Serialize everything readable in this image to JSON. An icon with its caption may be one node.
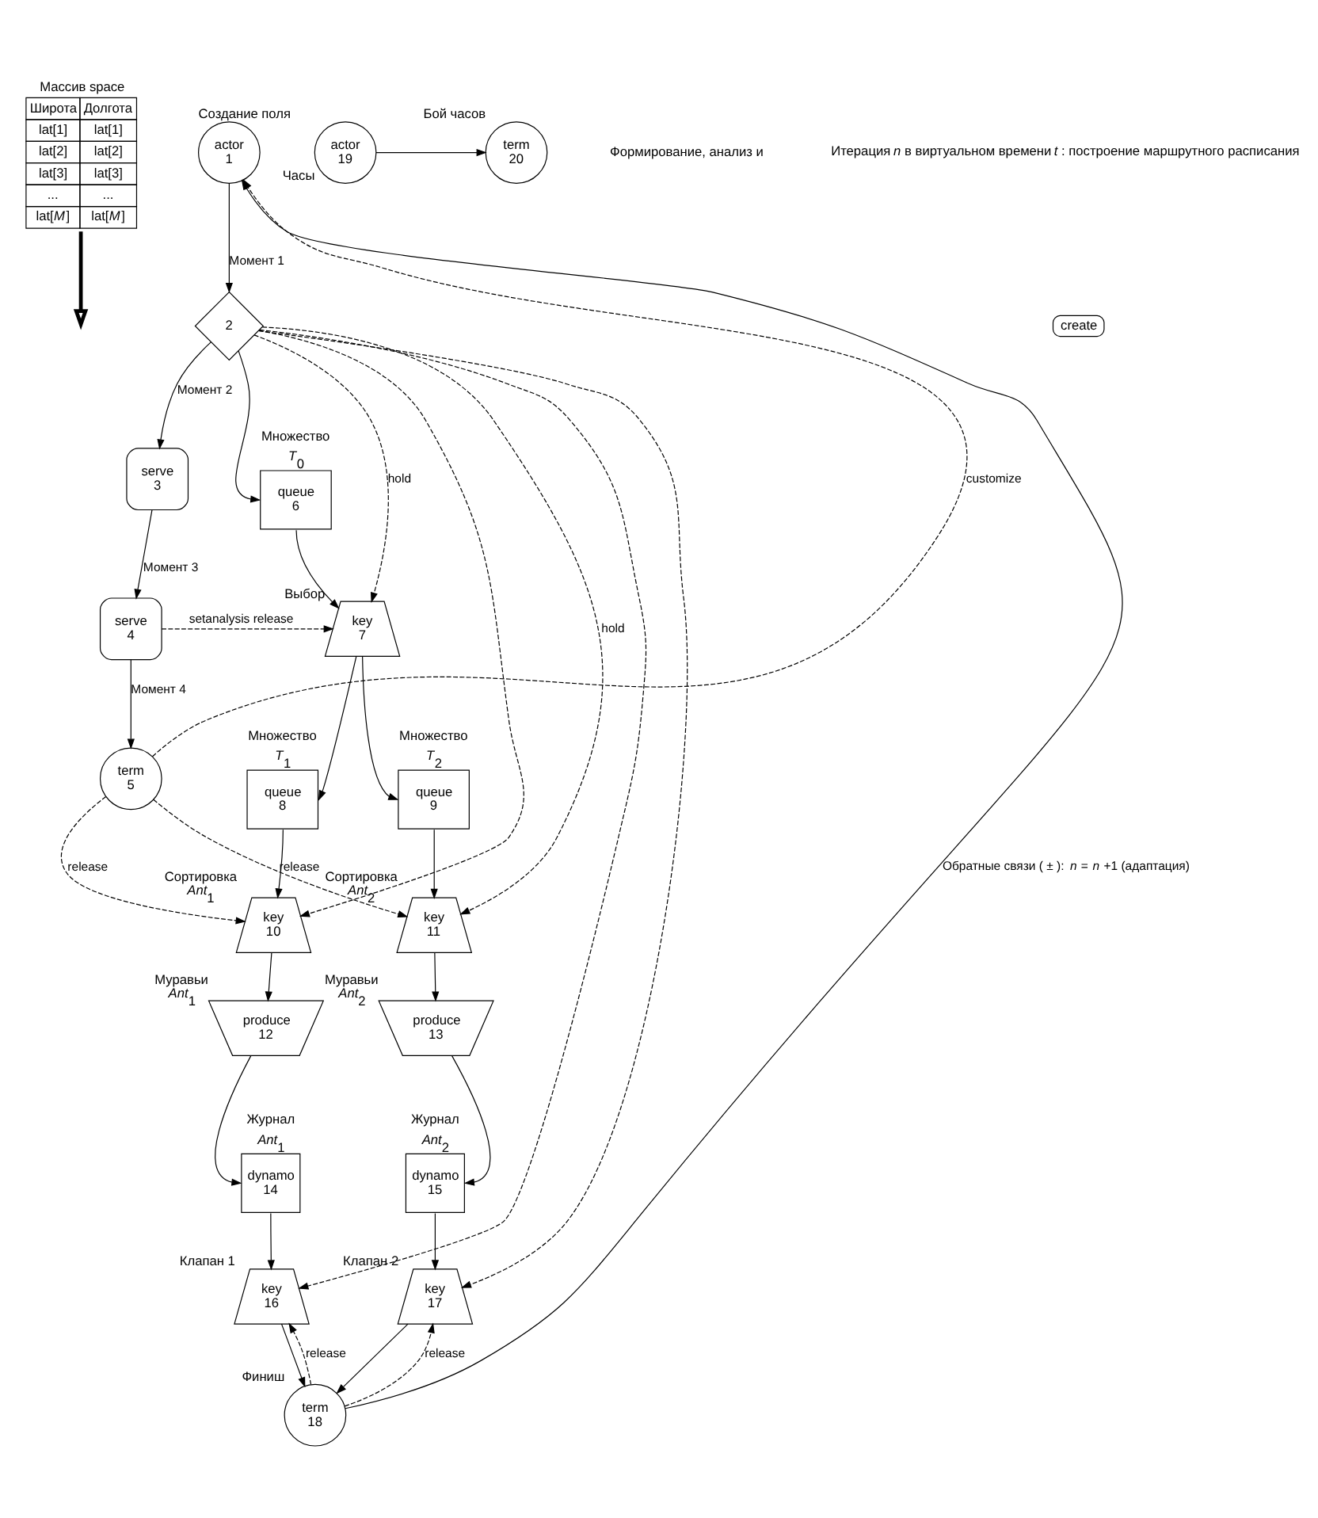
{
  "diagram": {
    "nodes": [
      {
        "text": [
          "Массив space",
          "Широта",
          "Долгота",
          "lat[1]",
          "lat[1]",
          "lat[2]",
          "lat[2]",
          "lat[3]",
          "lat[3]",
          "...",
          "...",
          "lat[*M*]",
          "lat[*M*]"
        ]
      },
      {
        "text": [
          "actor",
          "1"
        ],
        "beside": [
          "Создание поля"
        ]
      },
      {
        "text": [
          "2"
        ]
      },
      {
        "text": [
          "create"
        ]
      },
      {
        "text": [
          "serve",
          "3"
        ]
      },
      {
        "text": [
          "serve",
          "4"
        ]
      },
      {
        "text": [
          "term",
          "5"
        ]
      },
      {
        "text": [
          "queue",
          "6"
        ],
        "beside": [
          "Множество",
          "*T*$_{0}$"
        ]
      },
      {
        "text": [
          "key",
          "7"
        ],
        "beside": [
          "Выбор"
        ]
      },
      {
        "text": [
          "queue",
          "8"
        ],
        "beside": [
          "Множество",
          "*T*$_{1}$"
        ]
      },
      {
        "text": [
          "queue",
          "9"
        ],
        "beside": [
          "Множество",
          "*T*$_{2}$"
        ]
      },
      {
        "text": [
          "key",
          "10"
        ],
        "beside": [
          "Сортировка",
          "*Ant*$_{1}$"
        ]
      },
      {
        "text": [
          "key",
          "11"
        ],
        "beside": [
          "Сортировка",
          "*Ant*$_{2}$"
        ]
      },
      {
        "text": [
          "produce",
          "12"
        ],
        "beside": [
          "Муравьи",
          "*Ant*$_{1}$"
        ]
      },
      {
        "text": [
          "produce",
          "13"
        ],
        "beside": [
          "Муравьи",
          "*Ant*$_{2}$"
        ]
      },
      {
        "text": [
          "dynamo",
          "14"
        ],
        "beside": [
          "Журнал",
          "*Ant*$_{1}$"
        ]
      },
      {
        "text": [
          "dynamo",
          "15"
        ],
        "beside": [
          "Журнал",
          "*Ant*$_{2}$"
        ]
      },
      {
        "text": [
          "key",
          "16"
        ],
        "beside": [
          "Клапан 1"
        ]
      },
      {
        "text": [
          "key",
          "17"
        ],
        "beside": [
          "Клапан 2"
        ]
      },
      {
        "text": [
          "term",
          "18"
        ],
        "beside": [
          "Финиш"
        ]
      },
      {
        "text": [
          "actor",
          "19"
        ],
        "beside": [
          "Часы"
        ]
      },
      {
        "text": [
          "term",
          "20"
        ],
        "beside": [
          "Бой часов"
        ]
      }
    ],
    "edges": [
      {
        "from": 0,
        "to": null,
        "arrow": "to",
        "style": "thick"
      },
      {
        "from": 1,
        "to": 2,
        "arrow": "to",
        "label": "Момент 1"
      },
      {
        "from": 2,
        "to": 4,
        "arrow": "to",
        "label": "Момент 2"
      },
      {
        "from": 4,
        "to": 5,
        "arrow": "to",
        "label": "Момент 3"
      },
      {
        "from": 5,
        "to": 6,
        "arrow": "to",
        "label": "Момент 4"
      },
      {
        "from": 2,
        "to": 7,
        "arrow": "to"
      },
      {
        "from": 7,
        "to": 8,
        "arrow": "to"
      },
      {
        "from": 8,
        "to": 9,
        "arrow": "to"
      },
      {
        "from": 8,
        "to": 10,
        "arrow": "to"
      },
      {
        "from": 9,
        "to": 11,
        "arrow": "to"
      },
      {
        "from": 11,
        "to": 13,
        "arrow": "to"
      },
      {
        "from": 13,
        "to": 15,
        "arrow": "to"
      },
      {
        "from": 15,
        "to": 17,
        "arrow": "to"
      },
      {
        "from": 17,
        "to": 19,
        "arrow": "to"
      },
      {
        "from": 10,
        "to": 12,
        "arrow": "to"
      },
      {
        "from": 12,
        "to": 14,
        "arrow": "to"
      },
      {
        "from": 14,
        "to": 16,
        "arrow": "to"
      },
      {
        "from": 16,
        "to": 18,
        "arrow": "to"
      },
      {
        "from": 18,
        "to": 19,
        "arrow": "to"
      },
      {
        "from": 19,
        "to": 1,
        "arrow": "to",
        "label": "Обратные связи ( ± ): *n* = *n* +1 (адаптация)"
      },
      {
        "from": 20,
        "to": 21,
        "arrow": "to"
      },
      {
        "from": 6,
        "to": 1,
        "arrow": "to",
        "style": "dashed",
        "label": "customize"
      },
      {
        "from": 2,
        "to": 8,
        "arrow": "to",
        "style": "dashed",
        "label": "hold"
      },
      {
        "from": 2,
        "to": 11,
        "arrow": "to",
        "style": "dashed"
      },
      {
        "from": 2,
        "to": 17,
        "arrow": "to",
        "style": "dashed"
      },
      {
        "from": 2,
        "to": 18,
        "arrow": "to",
        "style": "dashed"
      },
      {
        "from": 2,
        "to": 12,
        "arrow": "to",
        "style": "dashed",
        "label": "hold"
      },
      {
        "from": 5,
        "to": 8,
        "arrow": "to",
        "style": "dashed",
        "label": "setanalysis release"
      },
      {
        "from": 6,
        "to": 11,
        "arrow": "to",
        "style": "dashed",
        "label": "release"
      },
      {
        "from": 6,
        "to": 12,
        "arrow": "to",
        "style": "dashed",
        "label": "release"
      },
      {
        "from": 19,
        "to": 17,
        "arrow": "to",
        "style": "dashed",
        "label": "release"
      },
      {
        "from": 19,
        "to": 18,
        "arrow": "to",
        "style": "dashed",
        "label": "release"
      }
    ],
    "labels": [
      "Формирование, анализ и",
      "Итерация *n* в виртуальном времени *t* : построение маршрутного расписания"
    ]
  }
}
